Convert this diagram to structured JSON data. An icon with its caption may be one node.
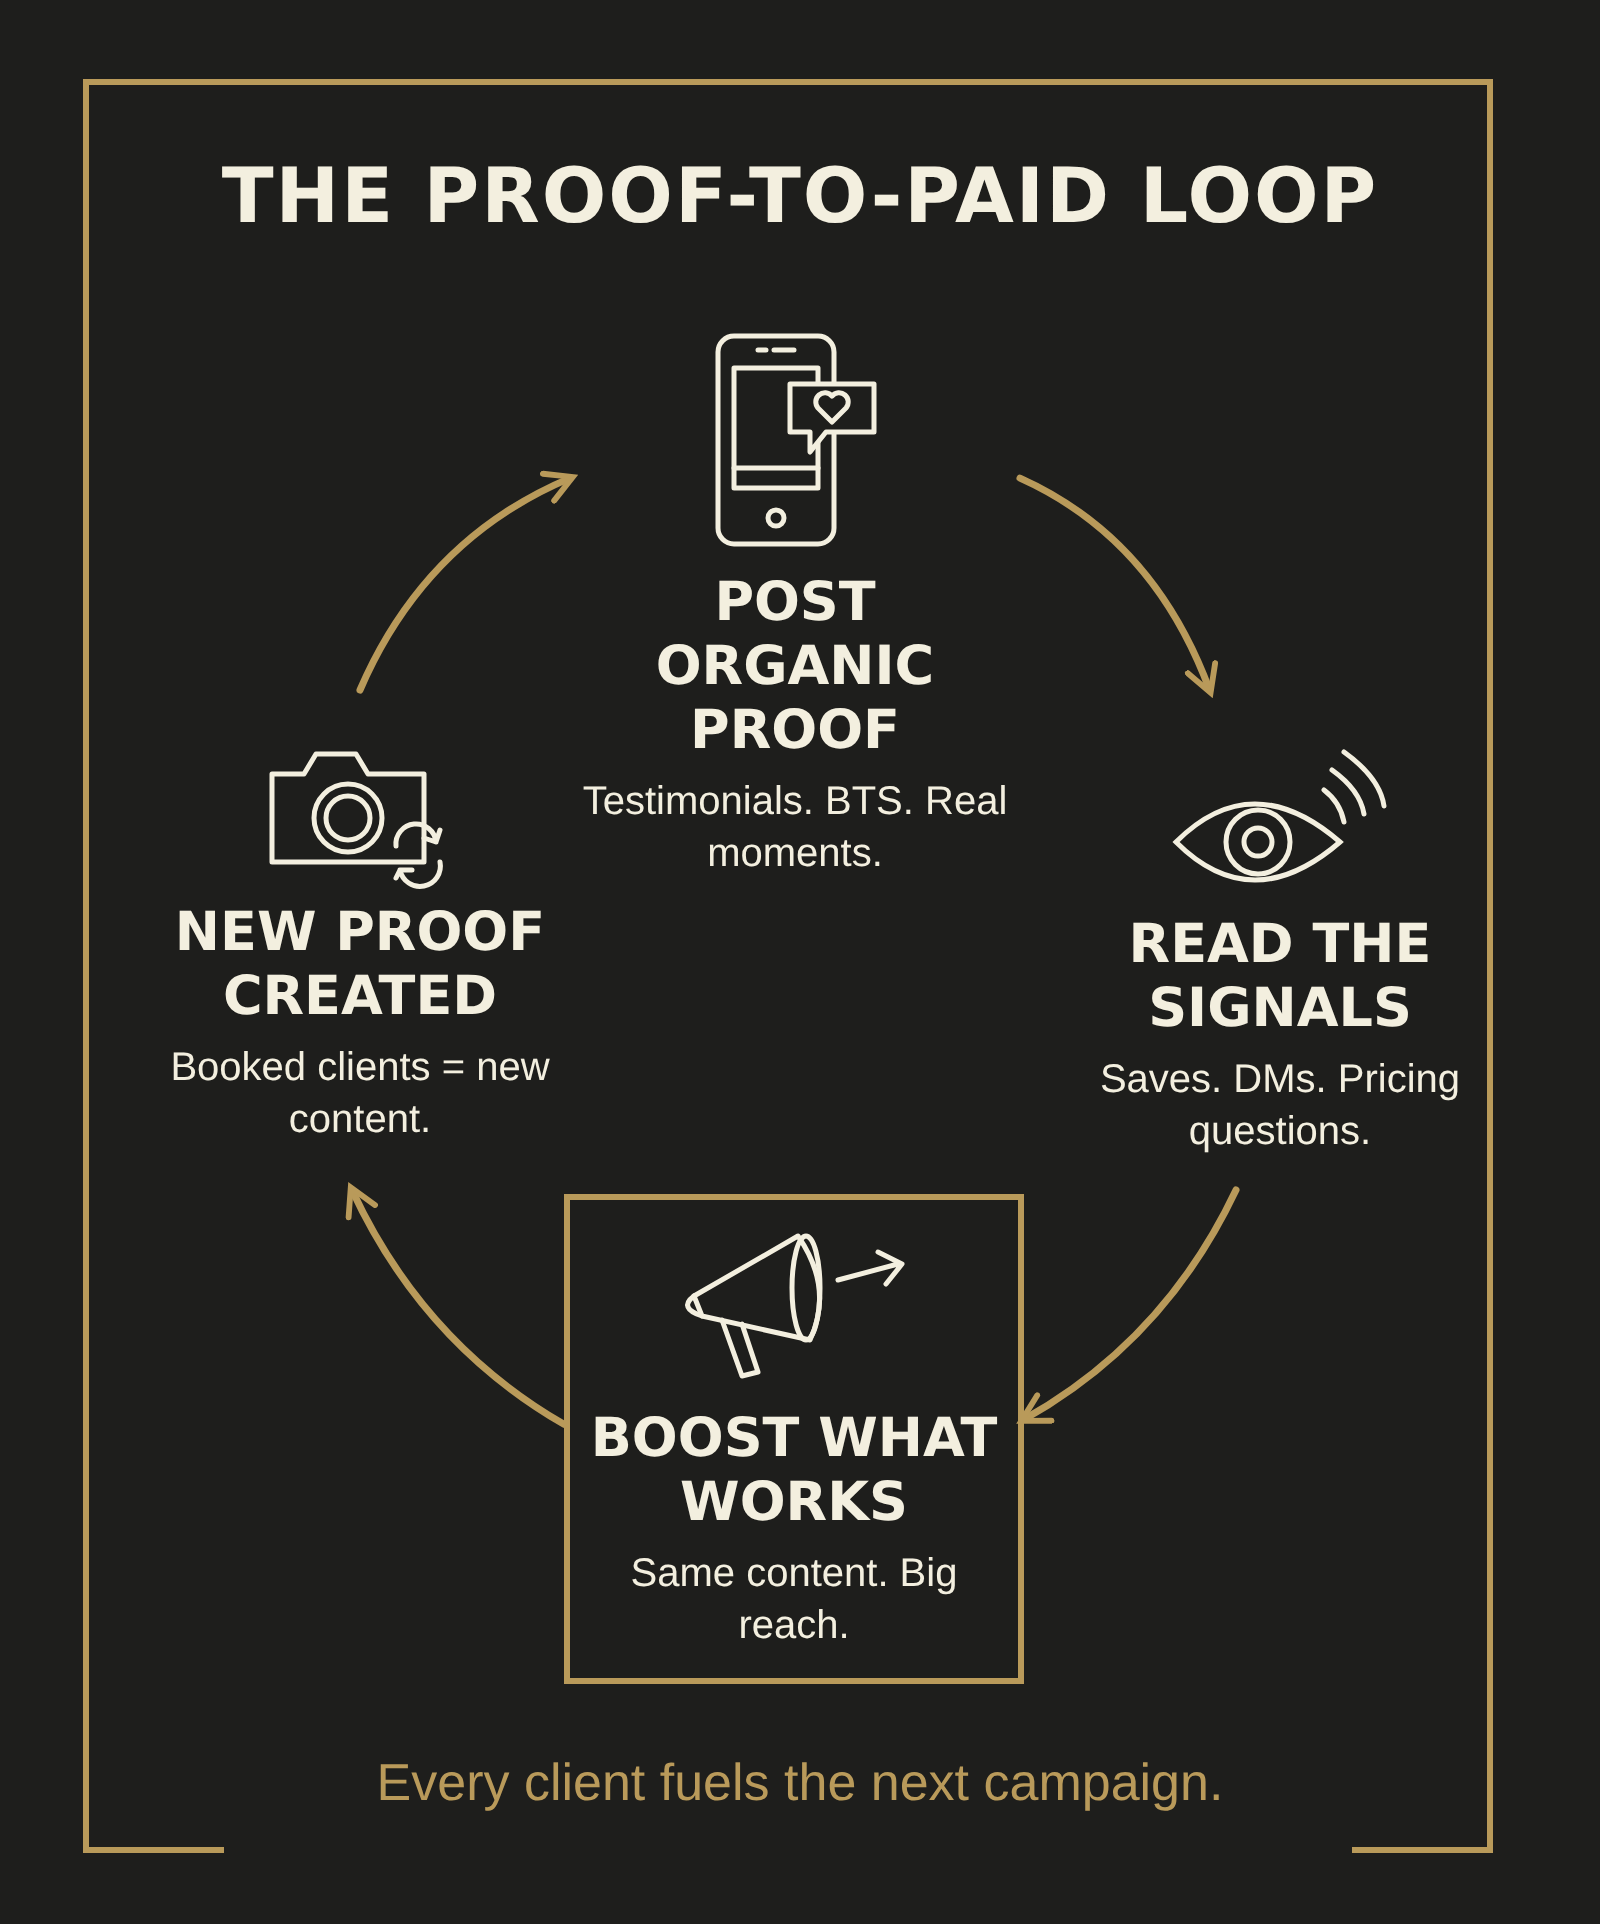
{
  "diagram": {
    "title": "THE PROOF-TO-PAID LOOP",
    "caption": "Every client fuels the next campaign.",
    "nodes": [
      {
        "text": [
          "POST ORGANIC PROOF",
          "Testimonials. BTS. Real moments."
        ]
      },
      {
        "text": [
          "READ THE SIGNALS",
          "Saves. DMs. Pricing questions."
        ]
      },
      {
        "text": [
          "BOOST WHAT WORKS",
          "Same content. Big reach."
        ]
      },
      {
        "text": [
          "NEW PROOF CREATED",
          "Booked clients = new content."
        ]
      }
    ],
    "edges": [
      {
        "from": 0,
        "to": 1,
        "arrow": "to"
      },
      {
        "from": 1,
        "to": 2,
        "arrow": "to"
      },
      {
        "from": 2,
        "to": 3,
        "arrow": "to"
      },
      {
        "from": 3,
        "to": 0,
        "arrow": "to"
      }
    ]
  }
}
